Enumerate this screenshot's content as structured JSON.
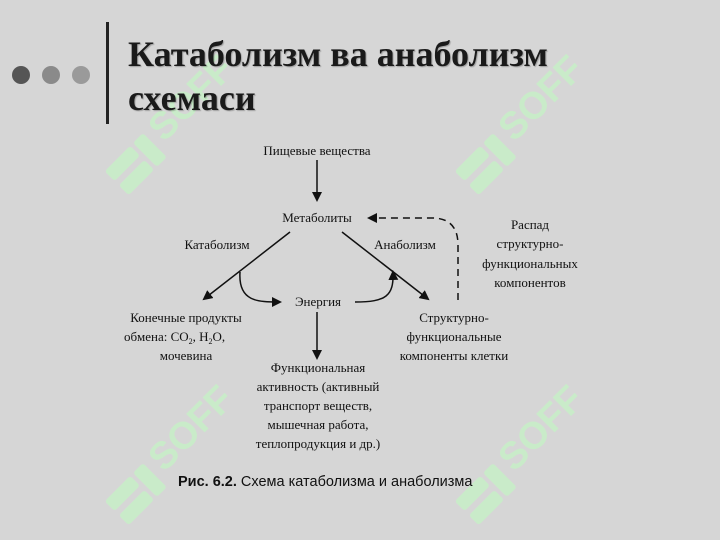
{
  "slide": {
    "title_line1": "Катаболизм ва анаболизм",
    "title_line2": "схемаси"
  },
  "watermark": {
    "text": "SOFF",
    "color": "#c8ecc8"
  },
  "bullets": {
    "colors": [
      "#555555",
      "#8a8a8a",
      "#9a9a9a"
    ]
  },
  "diagram": {
    "nodes": {
      "food": "Пищевые вещества",
      "metabolites": "Метаболиты",
      "catabolism": "Катаболизм",
      "anabolism": "Анаболизм",
      "energy": "Энергия",
      "end_products": [
        "Конечные продукты",
        "обмена: CO",
        "2",
        ", H",
        "2",
        "O,",
        "мочевина"
      ],
      "structural": [
        "Структурно-",
        "функциональные",
        "компоненты клетки"
      ],
      "breakdown": [
        "Распад",
        "структурно-",
        "функциональных",
        "компонентов"
      ],
      "functional": [
        "Функциональная",
        "активность (активный",
        "транспорт веществ,",
        "мышечная работа,",
        "теплопродукция и др.)"
      ]
    }
  },
  "caption": {
    "label": "Рис. 6.2.",
    "text": " Схема катаболизма и анаболизма"
  }
}
